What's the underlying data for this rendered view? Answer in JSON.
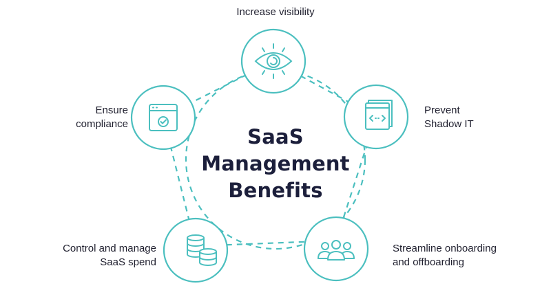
{
  "center_title": [
    "SaaS",
    "Management",
    "Benefits"
  ],
  "benefits": [
    {
      "lines": [
        "Increase visibility"
      ],
      "icon": "eye-icon"
    },
    {
      "lines": [
        "Prevent",
        "Shadow IT"
      ],
      "icon": "code-window-icon"
    },
    {
      "lines": [
        "Streamline onboarding",
        "and offboarding"
      ],
      "icon": "team-icon"
    },
    {
      "lines": [
        "Control and manage",
        "SaaS spend"
      ],
      "icon": "coins-icon"
    },
    {
      "lines": [
        "Ensure",
        "compliance"
      ],
      "icon": "checked-window-icon"
    }
  ],
  "colors": {
    "accent": "#4bbfbf",
    "text": "#1f1f2e",
    "title": "#1c1f3b"
  }
}
